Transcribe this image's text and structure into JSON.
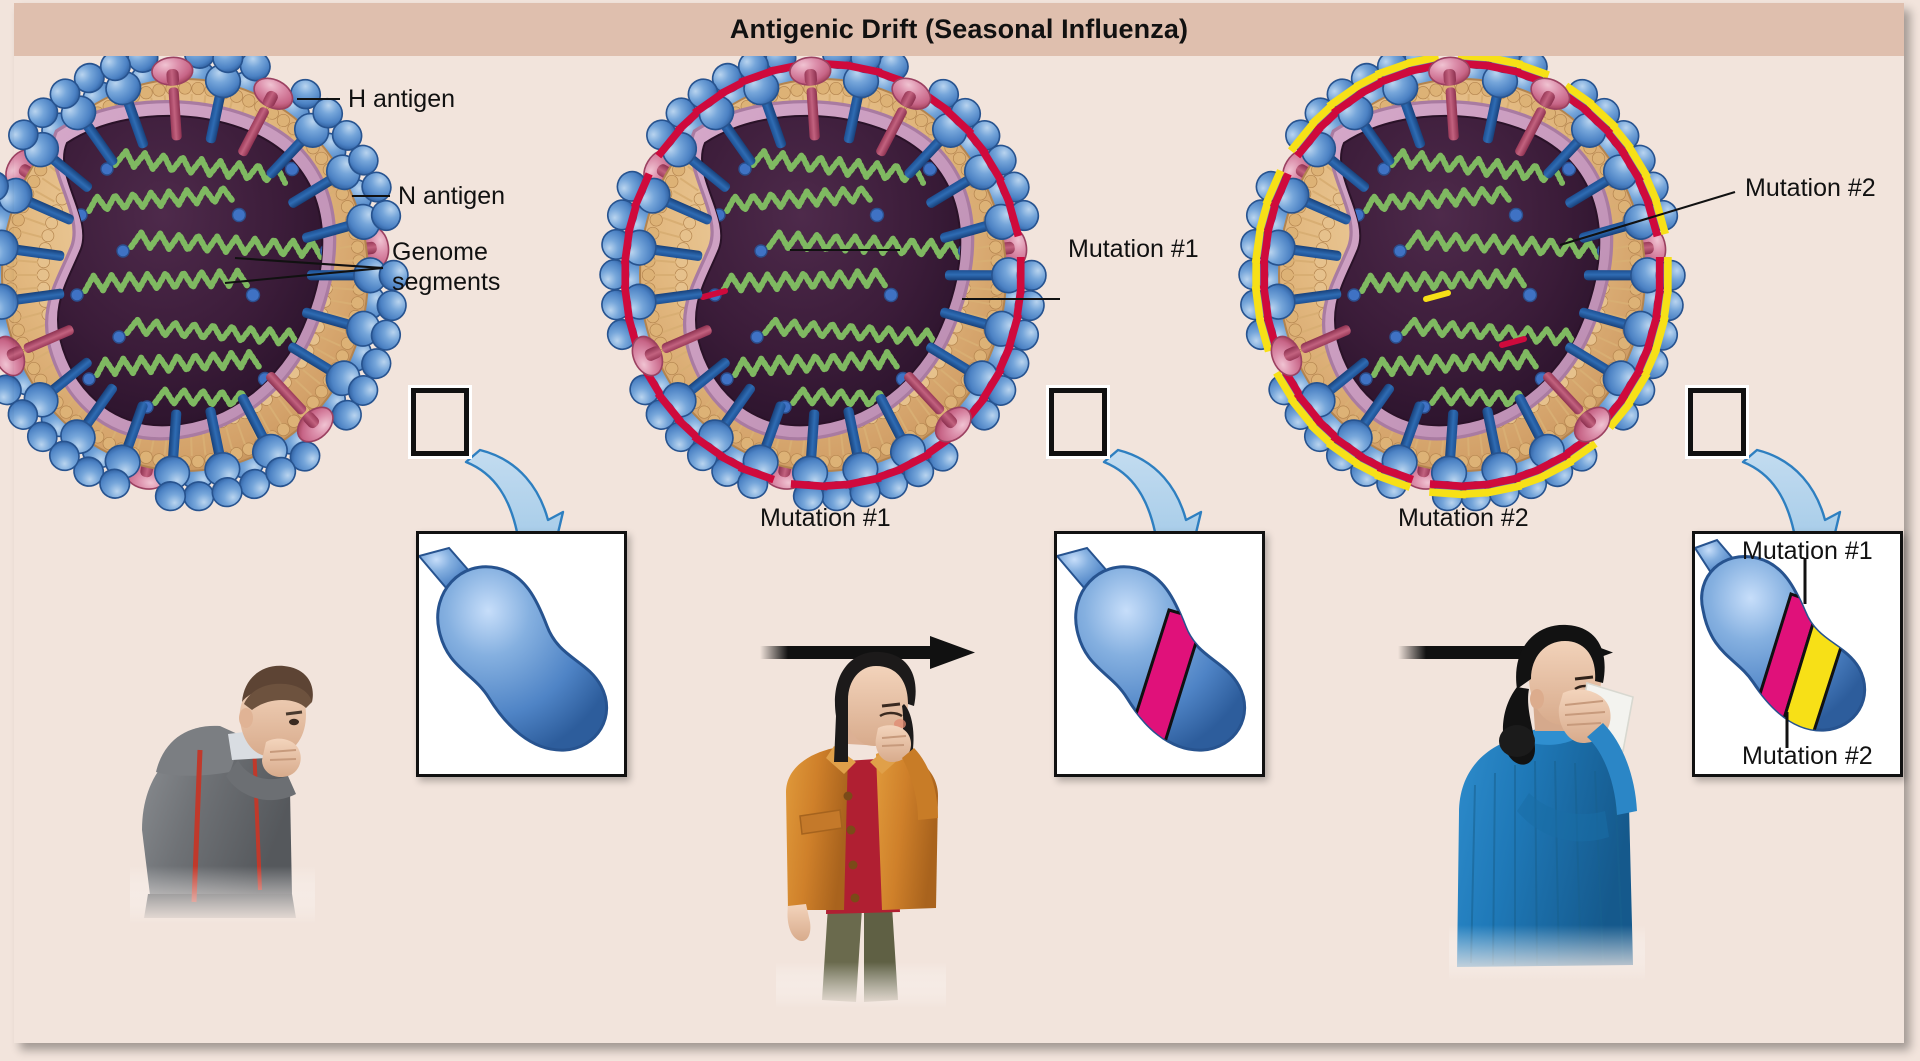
{
  "figure": {
    "title": "Antigenic Drift (Seasonal Influenza)",
    "background_color": "#f2e4dc",
    "title_bar_color": "#dfbfae"
  },
  "palette": {
    "h_antigen_blue": "#5b8fd0",
    "h_antigen_blue_dark": "#2b5ea3",
    "n_antigen_pink": "#d2698c",
    "n_antigen_pink_dark": "#a83f62",
    "envelope_tan": "#dcab6e",
    "envelope_tan_light": "#eccb9c",
    "matrix_pink": "#c99cc0",
    "core_purple": "#3a1c38",
    "genome_green": "#7fb961",
    "mutation_1_magenta": "#e0117a",
    "mutation_2_yellow": "#f7e017",
    "mutation_stripe_red": "#cf0a3c",
    "callout_arrow_blue": "#a9cde8",
    "callout_arrow_outline": "#2e7fc0"
  },
  "panels": [
    {
      "id": "panel-1",
      "name": "original-strain",
      "virus_labels": [
        {
          "id": "h-antigen",
          "text": "H antigen"
        },
        {
          "id": "n-antigen",
          "text": "N antigen"
        },
        {
          "id": "genome-segments",
          "text": "Genome\nsegments"
        }
      ],
      "inset": {
        "name": "h-antigen-closeup-original",
        "stripes": [],
        "labels": []
      },
      "person": {
        "name": "coughing-man",
        "jacket_color": "#6e7074",
        "zipper_color": "#c0392b",
        "hair_color": "#5d4434",
        "pose": "coughing into fist"
      }
    },
    {
      "id": "panel-2",
      "name": "drifted-strain-1",
      "virus_labels": [
        {
          "id": "mutation-1",
          "text": "Mutation #1"
        }
      ],
      "inset": {
        "name": "h-antigen-closeup-mutation1",
        "stripes": [
          "mutation_1_magenta"
        ],
        "labels": []
      },
      "person": {
        "name": "coughing-woman-orange",
        "jacket_color": "#d4862a",
        "shirt_color": "#b01f32",
        "pants_color": "#6a6a4d",
        "hair_color": "#1c1a1a",
        "pose": "coughing into hand"
      },
      "transition_arrow": {
        "label": "Mutation #1"
      }
    },
    {
      "id": "panel-3",
      "name": "drifted-strain-2",
      "virus_labels": [
        {
          "id": "mutation-2",
          "text": "Mutation #2"
        }
      ],
      "inset": {
        "name": "h-antigen-closeup-mutation2",
        "stripes": [
          "mutation_1_magenta",
          "mutation_2_yellow"
        ],
        "labels": [
          {
            "id": "inset-mutation-1",
            "text": "Mutation #1"
          },
          {
            "id": "inset-mutation-2",
            "text": "Mutation #2"
          }
        ]
      },
      "person": {
        "name": "sneezing-woman-blue",
        "sweater_color": "#1f77b4",
        "tissue_color": "#f3f3ef",
        "hair_color": "#121212",
        "pose": "sneezing into tissue"
      },
      "transition_arrow": {
        "label": "Mutation #2"
      }
    }
  ],
  "arrows": [
    {
      "id": "transition-arrow-1",
      "label": "Mutation #1"
    },
    {
      "id": "transition-arrow-2",
      "label": "Mutation #2"
    }
  ]
}
